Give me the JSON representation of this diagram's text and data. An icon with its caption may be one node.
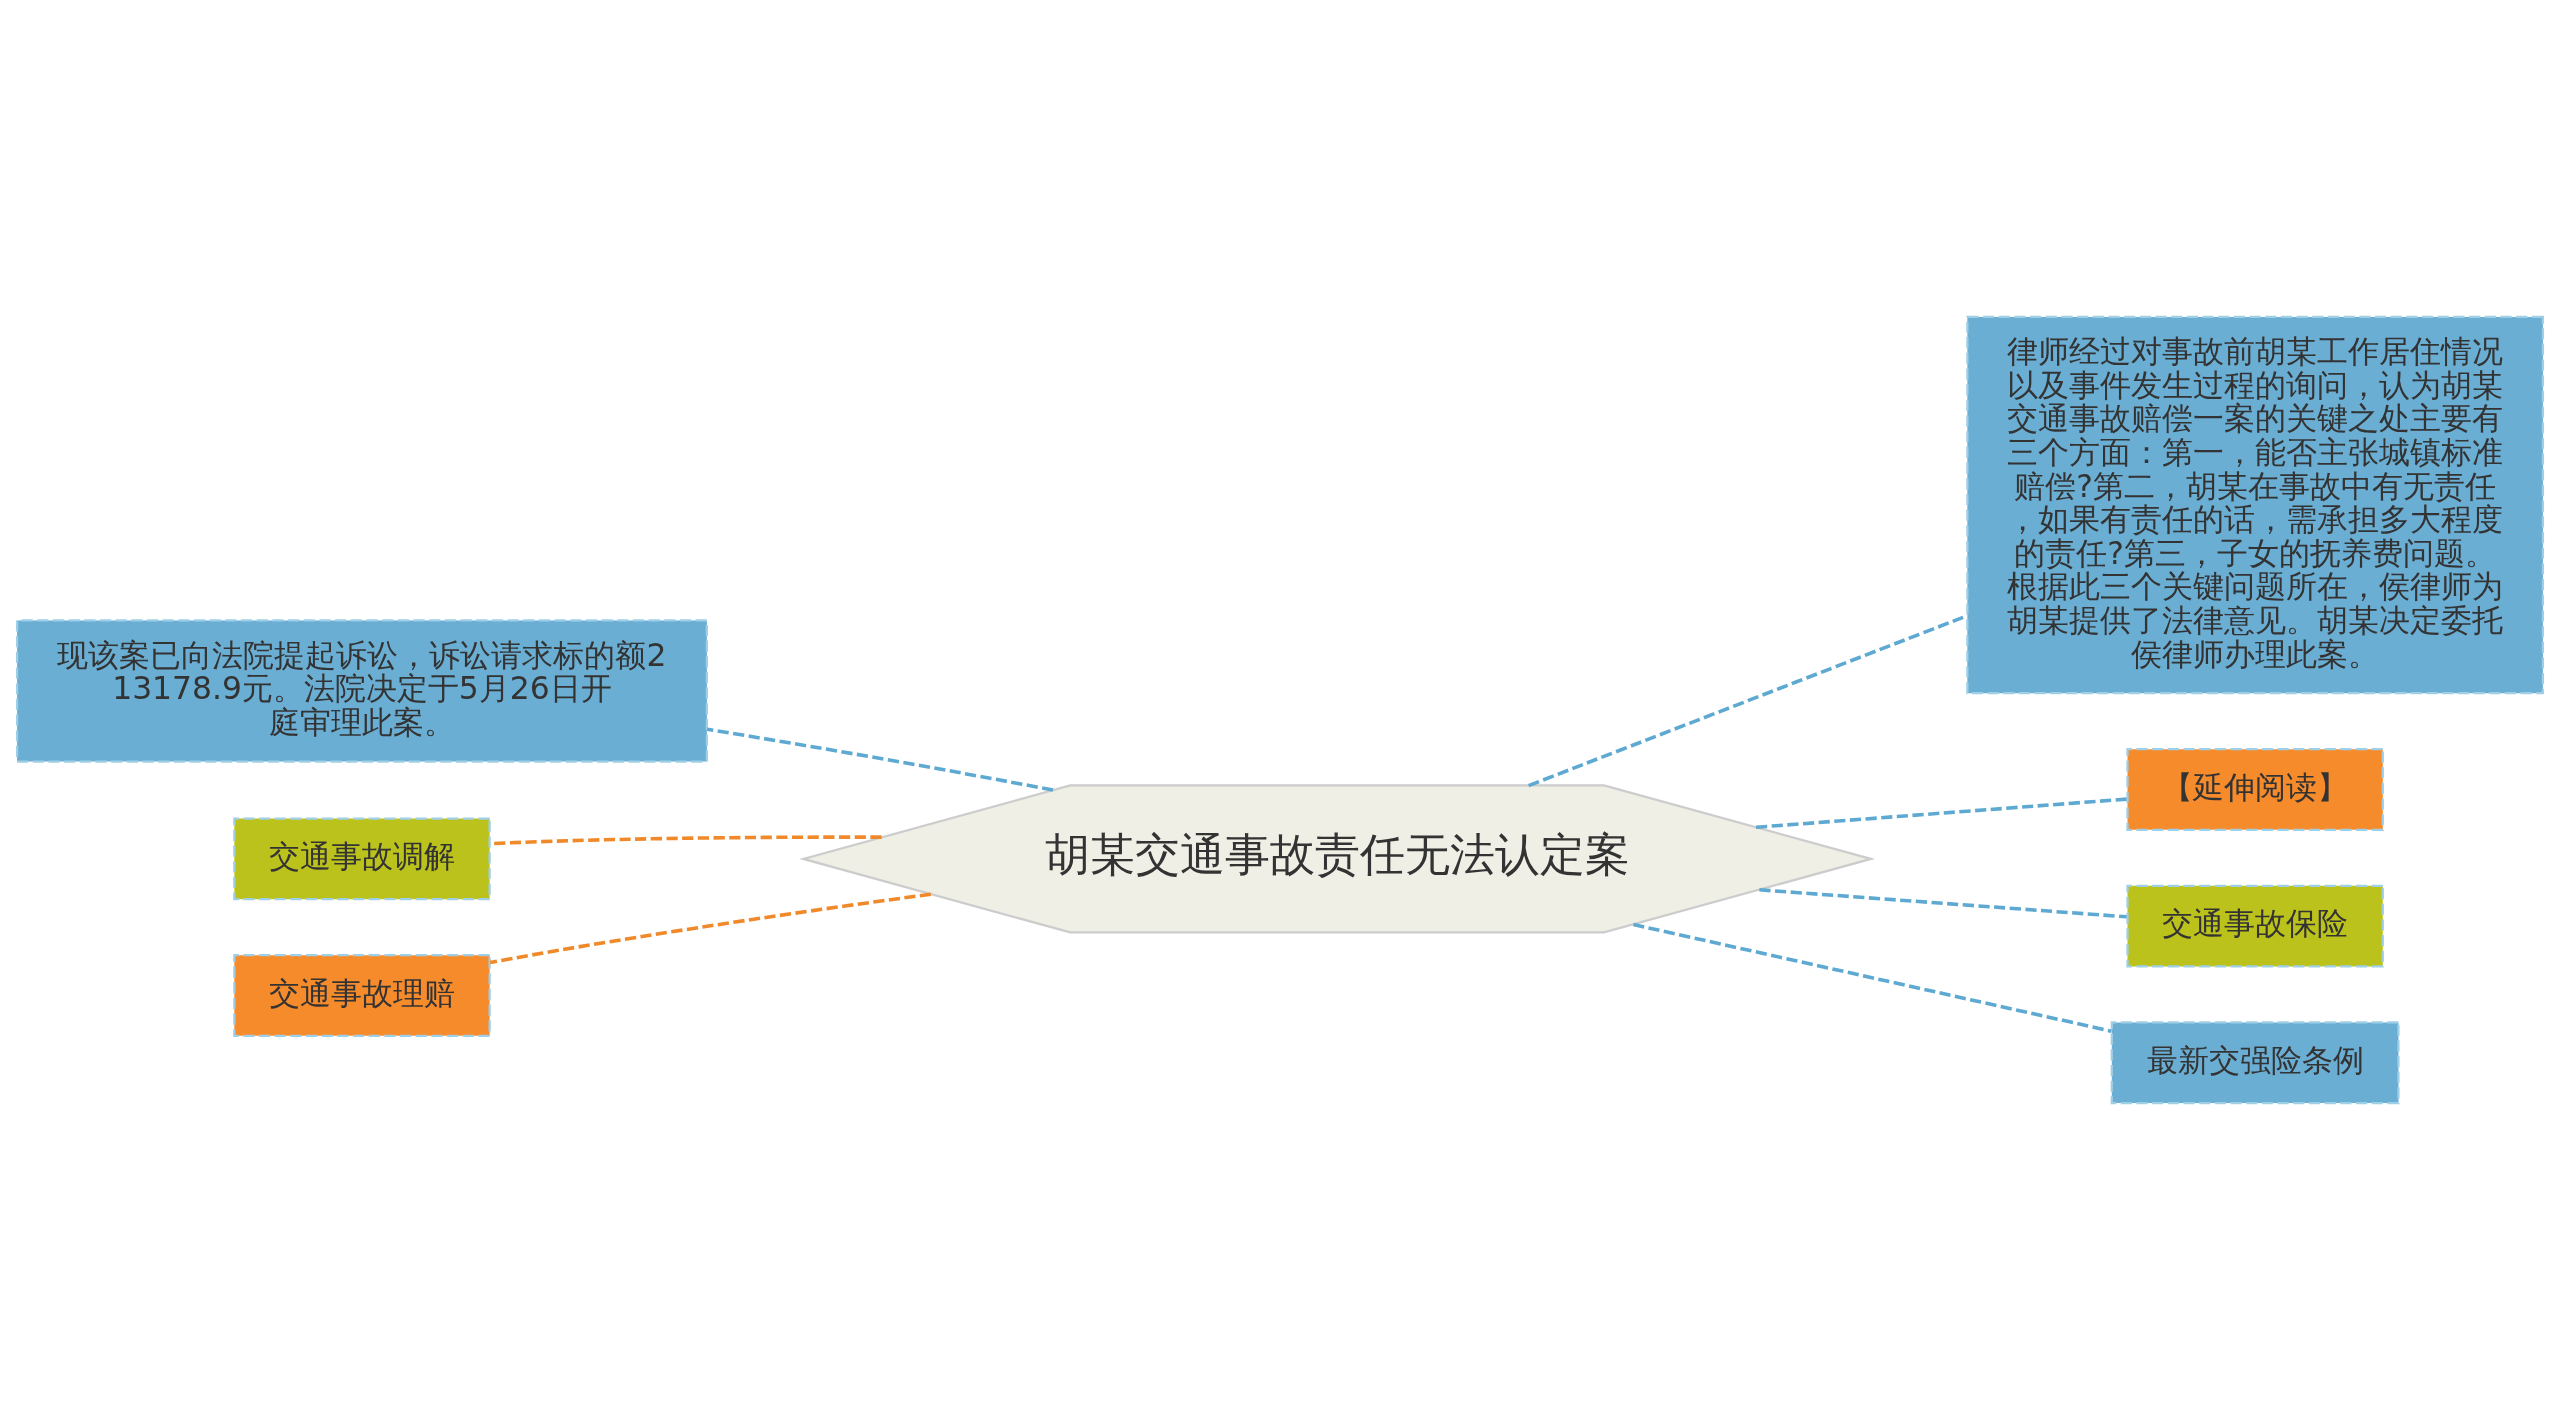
{
  "diagram": {
    "nodes": [
      {
        "text": [
          "胡某交通事故责任无法认定案"
        ]
      },
      {
        "text": [
          "现该案已向法院提起诉讼，诉讼请求标的额213178.9元。法院决定于5月26日开庭审理此案。"
        ]
      },
      {
        "text": [
          "交通事故调解"
        ]
      },
      {
        "text": [
          "交通事故理赔"
        ]
      },
      {
        "text": [
          "律师经过对事故前胡某工作居住情况以及事件发生过程的询问，认为胡某交通事故赔偿一案的关键之处主要有三个方面：第一，能否主张城镇标准赔偿?第二，胡某在事故中有无责任，如果有责任的话，需承担多大程度的责任?第三，子女的抚养费问题。根据此三个关键问题所在，侯律师为胡某提供了法律意见。胡某决定委托侯律师办理此案。"
        ]
      },
      {
        "text": [
          "【延伸阅读】"
        ]
      },
      {
        "text": [
          "交通事故保险"
        ]
      },
      {
        "text": [
          "最新交强险条例"
        ]
      }
    ],
    "edges": [
      {
        "from": 0,
        "to": 1,
        "arrow": "none",
        "style": "dashed"
      },
      {
        "from": 0,
        "to": 2,
        "arrow": "none",
        "style": "dashed",
        "color": "#f0892a"
      },
      {
        "from": 0,
        "to": 3,
        "arrow": "none",
        "style": "dashed",
        "color": "#f0892a"
      },
      {
        "from": 0,
        "to": 4,
        "arrow": "none",
        "style": "dashed"
      },
      {
        "from": 0,
        "to": 5,
        "arrow": "none",
        "style": "dashed"
      },
      {
        "from": 0,
        "to": 6,
        "arrow": "none",
        "style": "dashed"
      },
      {
        "from": 0,
        "to": 7,
        "arrow": "none",
        "style": "dashed"
      }
    ]
  }
}
